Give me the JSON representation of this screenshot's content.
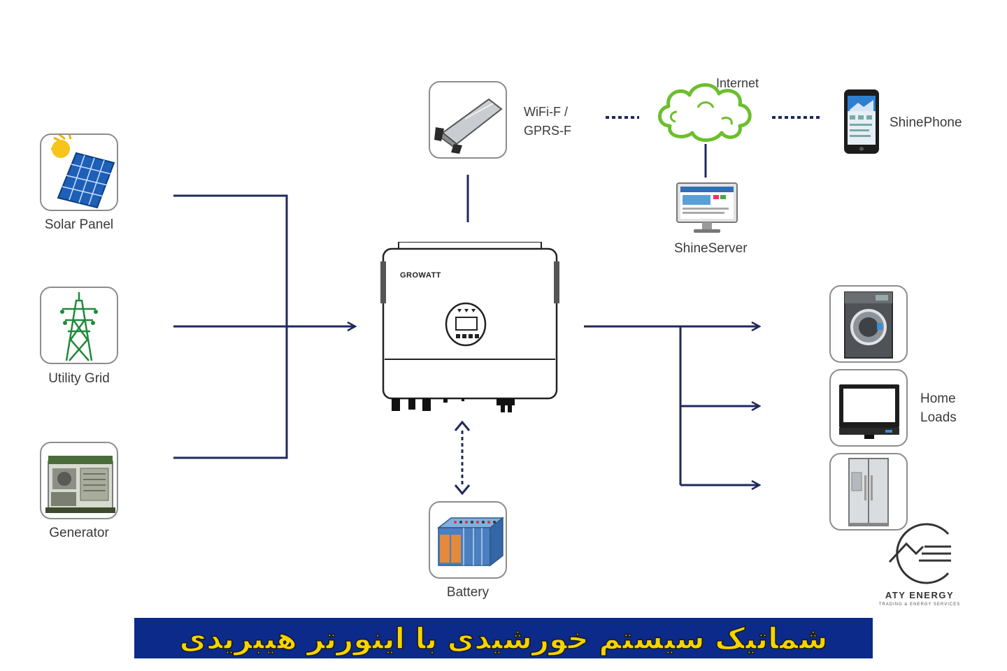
{
  "inputs": {
    "solar": "Solar Panel",
    "grid": "Utility Grid",
    "generator": "Generator"
  },
  "comm": {
    "wifi_line1": "WiFi-F /",
    "wifi_line2": "GPRS-F",
    "internet": "Internet",
    "phone": "ShinePhone",
    "server": "ShineServer"
  },
  "inverter": {
    "brand": "GROWATT"
  },
  "storage": {
    "battery": "Battery"
  },
  "outputs": {
    "loads_line1": "Home",
    "loads_line2": "Loads"
  },
  "banner": {
    "title": "شماتیک سیستم خورشیدی با اینورتر هیبریدی"
  },
  "brand": {
    "name": "ATY ENERGY",
    "tagline": "TRADING & ENERGY SERVICES"
  },
  "colors": {
    "line": "#1f2a5c",
    "banner_bg": "#0b2a8a",
    "banner_text": "#f5d400",
    "tile_border": "#8d8d8d"
  }
}
